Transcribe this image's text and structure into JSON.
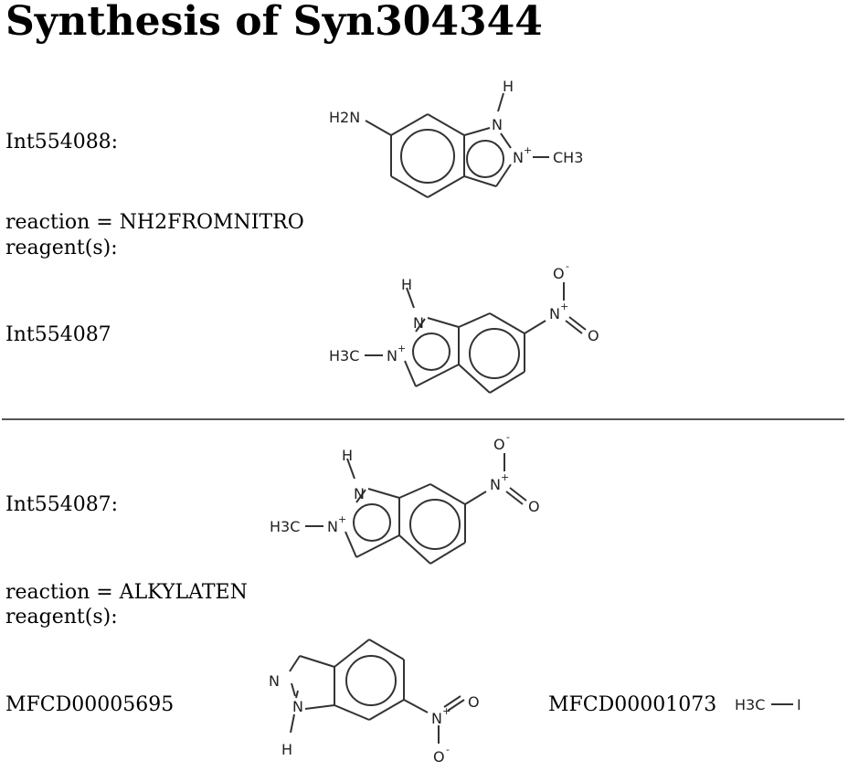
{
  "page": {
    "title": "Synthesis of Syn304344"
  },
  "steps": [
    {
      "product_label": "Int554088:",
      "reaction_label": "reaction = NH2FROMNITRO",
      "reagents_label": "reagent(s):",
      "reactants": [
        {
          "label": "Int554087"
        }
      ]
    },
    {
      "product_label": "Int554087:",
      "reaction_label": "reaction = ALKYLATEN",
      "reagents_label": "reagent(s):",
      "reactants": [
        {
          "label": "MFCD00005695"
        },
        {
          "label": "MFCD00001073"
        }
      ]
    }
  ],
  "atoms": {
    "H": "H",
    "N": "N",
    "O": "O",
    "I": "I",
    "H2N": "H2N",
    "CH3": "CH3",
    "H3C": "H3C",
    "plus": "+",
    "minus": "-"
  }
}
